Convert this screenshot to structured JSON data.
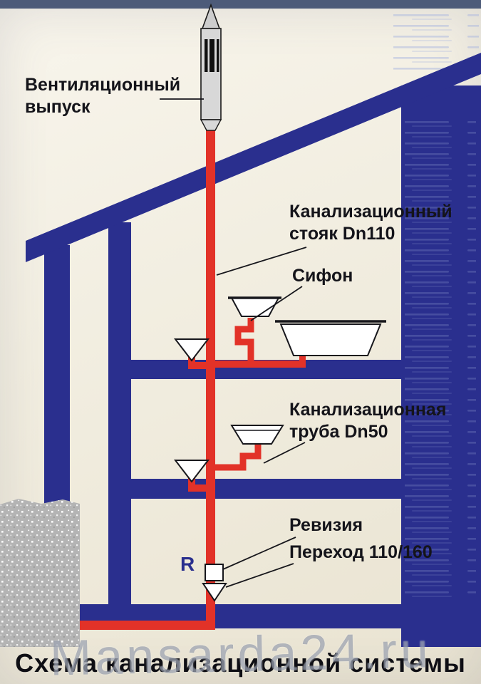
{
  "colors": {
    "navy": "#2a2f8e",
    "red": "#e23228",
    "photo_edge": "#4d5b79",
    "ground": "#b4b4b4",
    "text": "#14141a",
    "watermark": "#7a8498"
  },
  "labels": {
    "vent_outlet": "Вентиляционный\nвыпуск",
    "riser": "Канализационный\nстояк Dn110",
    "siphon": "Сифон",
    "branch_pipe": "Канализационная\nтруба Dn50",
    "revision": "Ревизия",
    "transition": "Переход 110/160",
    "revision_mark": "R"
  },
  "footer": {
    "title": "Схема канализационной системы"
  },
  "watermark": "Mansarda24.ru"
}
